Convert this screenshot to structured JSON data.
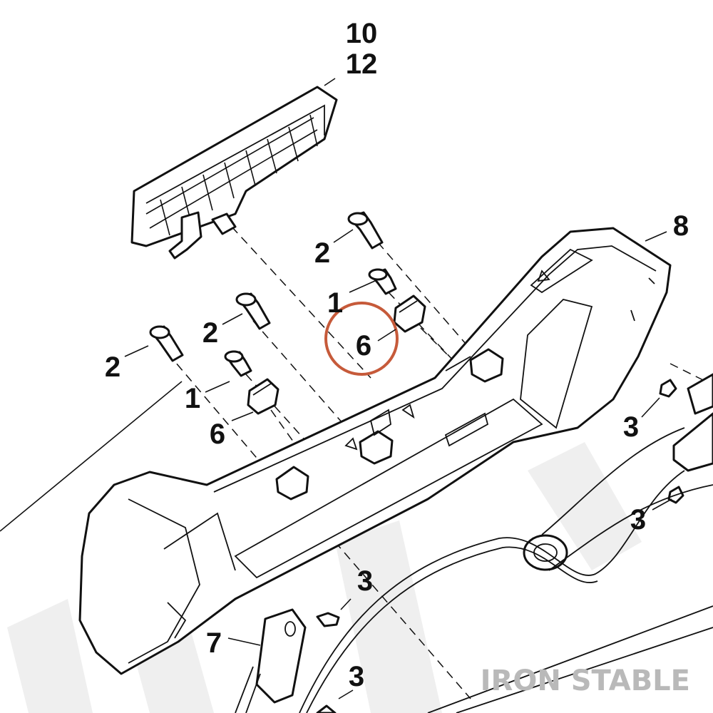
{
  "diagram": {
    "callouts": {
      "top_a": "10",
      "top_b": "12",
      "housing": "8",
      "bolt_upper": "2",
      "bolt_mid": "2",
      "bolt_left": "2",
      "screw_upper": "1",
      "screw_left": "1",
      "nut_upper": "6",
      "nut_left": "6",
      "screw_r1": "3",
      "screw_r2": "3",
      "screw_b1": "3",
      "screw_b2": "3",
      "lamp": "7"
    },
    "watermark": "IRON STABLE",
    "highlight_color": "#c65a3a",
    "line_color": "#111111",
    "watermark_color": "#b9b9b9"
  }
}
